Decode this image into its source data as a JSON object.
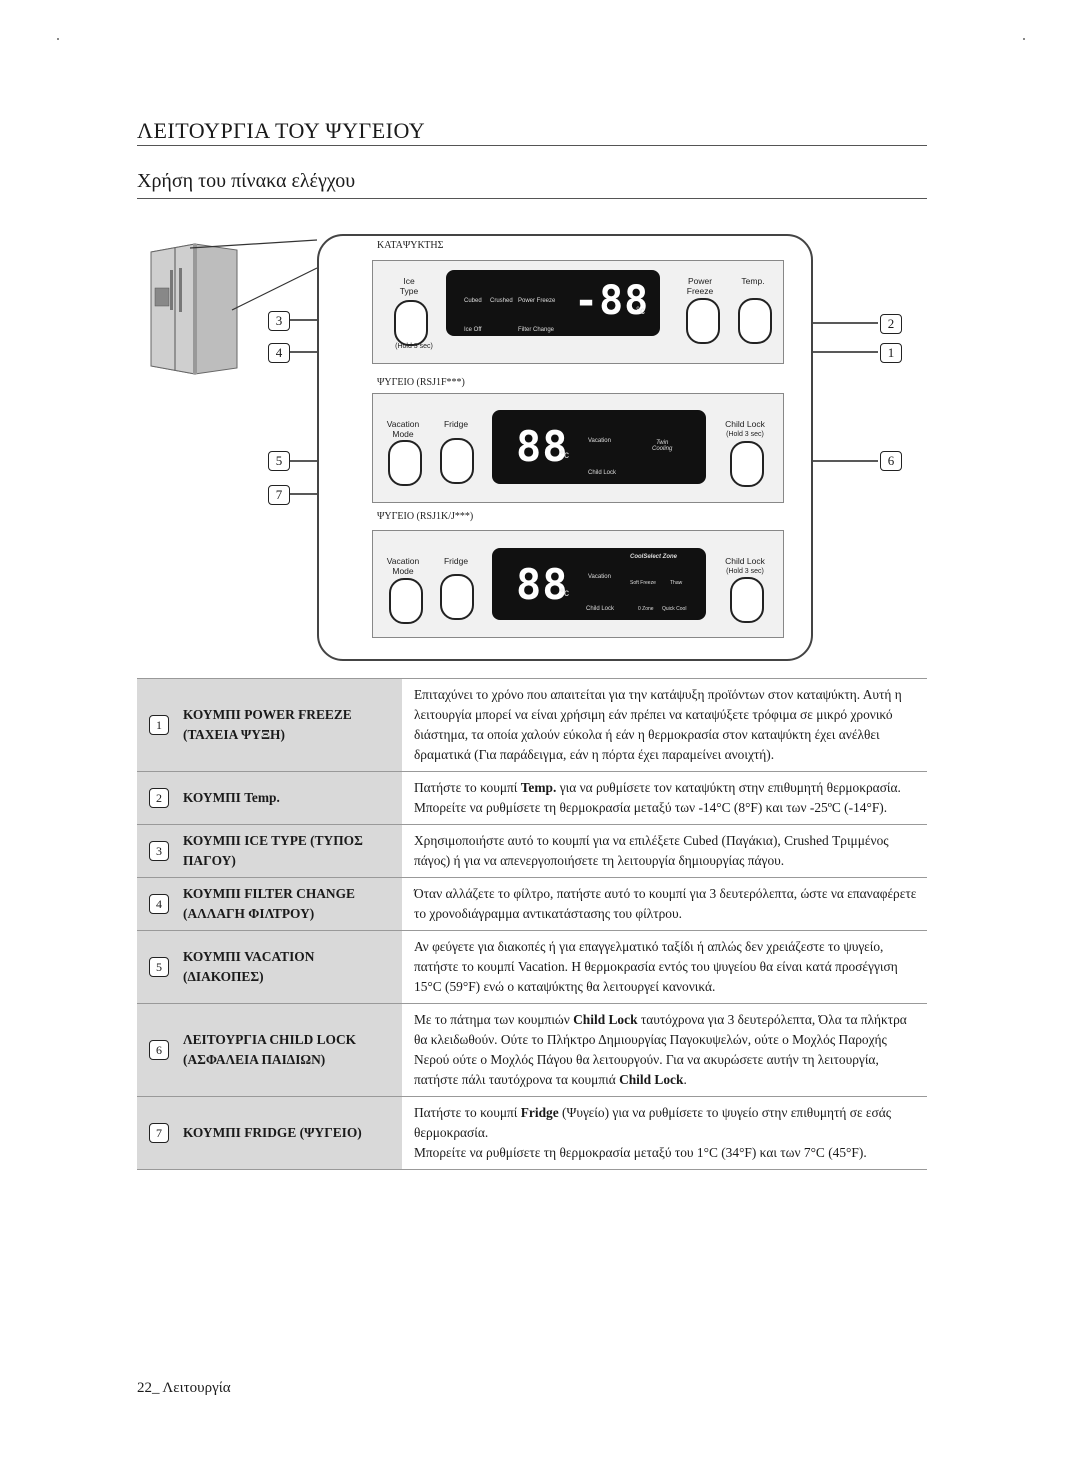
{
  "header": {
    "title": "ΛΕΙΤΟΥΡΓΙΑ ΤΟΥ ΨΥΓΕΙΟΥ",
    "subtitle": "Χρήση του πίνακα ελέγχου"
  },
  "diagram": {
    "freezer": {
      "label": "ΚΑΤΑΨΥΚΤΗΣ",
      "ice_type": "Ice\nType",
      "hold": "(Hold 3 sec)",
      "icons": [
        "Cubed",
        "Crushed",
        "Power Freeze",
        "Ice Off",
        "Filter Change"
      ],
      "display": "-88",
      "unit": "°c",
      "power_freeze": "Power\nFreeze",
      "temp": "Temp."
    },
    "fridge1": {
      "label": "ΨΥΓΕΙΟ (RSJ1F***)",
      "vacation": "Vacation\nMode",
      "fridge": "Fridge",
      "display": "88",
      "unit": "°c",
      "vacation_icon": "Vacation",
      "child_lock_icon": "Child Lock",
      "twin": "Twin\nCooling",
      "child_lock": "Child Lock",
      "hold": "(Hold 3 sec)"
    },
    "fridge2": {
      "label": "ΨΥΓΕΙΟ (RSJ1K/J***)",
      "vacation": "Vacation\nMode",
      "fridge": "Fridge",
      "display": "88",
      "unit": "°c",
      "coolselect": "CoolSelect Zone",
      "soft_freeze": "Soft Freeze",
      "thaw": "Thaw",
      "zero_zone": "0 Zone",
      "quick_cool": "Quick Cool",
      "vacation_icon": "Vacation",
      "child_lock_icon": "Child Lock",
      "child_lock": "Child Lock",
      "hold": "(Hold 3 sec)"
    },
    "callouts": [
      "1",
      "2",
      "3",
      "4",
      "5",
      "6",
      "7"
    ]
  },
  "rows": [
    {
      "num": "1",
      "label": "ΚΟΥΜΠΙ POWER FREEZE (ΤΑΧΕΙΑ ΨΥΞΗ)",
      "desc": "Επιταχύνει το χρόνο που απαιτείται για την κατάψυξη προϊόντων στον καταψύκτη. Αυτή η λειτουργία μπορεί να είναι χρήσιμη εάν πρέπει να καταψύξετε τρόφιμα σε μικρό χρονικό διάστημα, τα οποία χαλούν εύκολα ή εάν η θερμοκρασία στον καταψύκτη έχει ανέλθει δραματικά (Για παράδειγμα, εάν η πόρτα έχει παραμείνει ανοιχτή)."
    },
    {
      "num": "2",
      "label": "ΚΟΥΜΠΙ Temp.",
      "desc_a": "Πατήστε το κουμπί ",
      "desc_b": "Temp.",
      "desc_c": " για να ρυθμίσετε τον καταψύκτη στην επιθυμητή θερμοκρασία. Μπορείτε να ρυθμίσετε τη θερμοκρασία μεταξύ των -14°C (8°F) και των -25ºC (-14°F)."
    },
    {
      "num": "3",
      "label": "ΚΟΥΜΠΙ ICE TYPE (ΤΥΠΟΣ ΠΑΓΟΥ)",
      "desc": "Χρησιμοποιήστε αυτό το κουμπί για να επιλέξετε Cubed (Παγάκια), Crushed Τριμμένος πάγος) ή για να απενεργοποιήσετε τη λειτουργία δημιουργίας πάγου."
    },
    {
      "num": "4",
      "label": "ΚΟΥΜΠΙ FILTER CHANGE (ΑΛΛΑΓΗ ΦΙΛΤΡΟΥ)",
      "desc": "Όταν αλλάζετε το φίλτρο, πατήστε αυτό το κουμπί για 3 δευτερόλεπτα, ώστε να επαναφέρετε το χρονοδιάγραμμα αντικατάστασης του φίλτρου."
    },
    {
      "num": "5",
      "label": "ΚΟΥΜΠΙ VACATION (ΔΙΑΚΟΠΕΣ)",
      "desc": "Αν φεύγετε για διακοπές ή για επαγγελματικό ταξίδι ή απλώς δεν χρειάζεστε το ψυγείο, πατήστε το κουμπί Vacation. Η θερμοκρασία εντός του ψυγείου θα είναι κατά προσέγγιση 15°C (59°F) ενώ ο καταψύκτης θα λειτουργεί κανονικά."
    },
    {
      "num": "6",
      "label": "ΛΕΙΤΟΥΡΓΙΑ CHILD LOCK (ΑΣΦΑΛΕΙΑ ΠΑΙΔΙΩΝ)",
      "desc_a": "Με το πάτημα των κουμπιών ",
      "desc_b": "Child Lock",
      "desc_c": " ταυτόχρονα για 3 δευτερόλεπτα, Όλα τα πλήκτρα θα κλειδωθούν. Ούτε το Πλήκτρο Δημιουργίας Παγοκυψελών, ούτε ο Μοχλός Παροχής Νερού ούτε ο Μοχλός Πάγου θα λειτουργούν. Για να ακυρώσετε αυτήν τη λειτουργία, πατήστε πάλι ταυτόχρονα τα κουμπιά ",
      "desc_d": "Child Lock",
      "desc_e": "."
    },
    {
      "num": "7",
      "label": "ΚΟΥΜΠΙ FRIDGE (ΨΥΓΕΙΟ)",
      "desc_a": "Πατήστε το κουμπί ",
      "desc_b": "Fridge",
      "desc_c": " (Ψυγείο) για να ρυθμίσετε το ψυγείο στην επιθυμητή σε εσάς θερμοκρασία.",
      "desc_d": "Μπορείτε να ρυθμίσετε τη θερμοκρασία μεταξύ του 1°C (34°F) και των 7°C (45°F)."
    }
  ],
  "footer": {
    "page": "22_ Λειτουργία"
  }
}
